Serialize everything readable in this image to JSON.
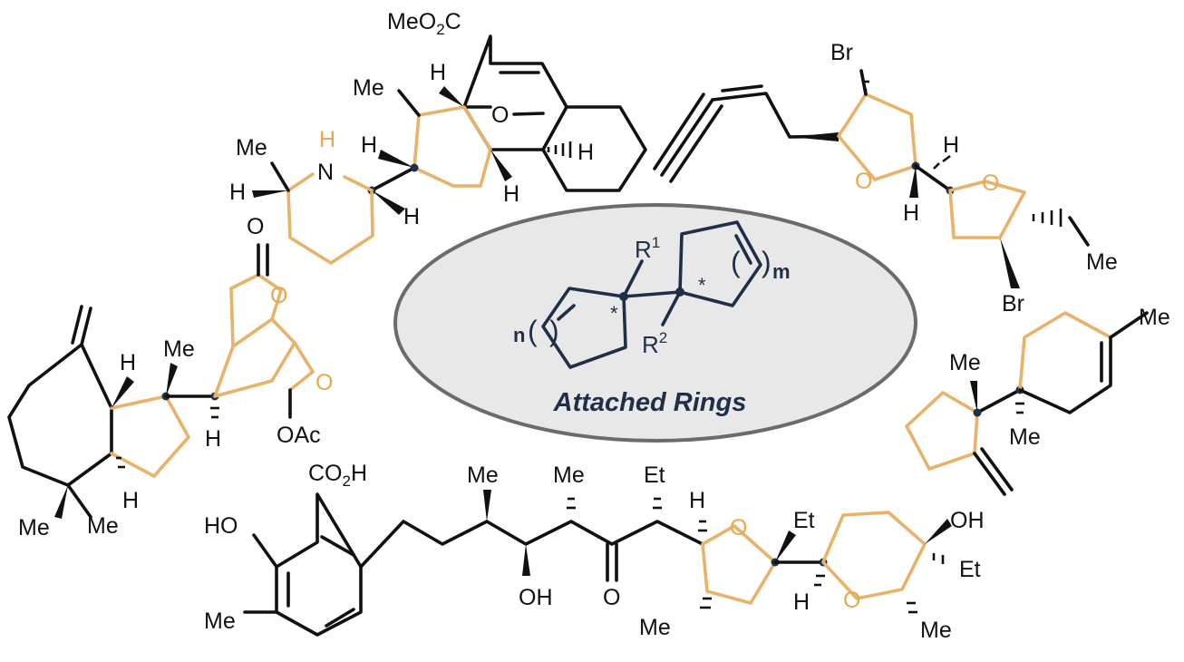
{
  "colors": {
    "bond": "#111111",
    "ring_highlight": "#e8b269",
    "navy": "#1f2f47",
    "oval_fill": "#e8e8e8",
    "oval_stroke": "#6b6b6b",
    "heteroatom_highlight": "#e8a94e"
  },
  "center": {
    "caption": "Attached Rings",
    "r1": "R",
    "r1_sup": "1",
    "r2": "R",
    "r2_sup": "2",
    "index_n": "n",
    "index_m": "m",
    "paren_open": "(",
    "paren_close": ")",
    "star": "*"
  },
  "atoms": {
    "meo2c_a": "MeO",
    "meo2c_sub": "2",
    "meo2c_b": "C",
    "h": "H",
    "me": "Me",
    "o": "O",
    "n": "N",
    "br": "Br",
    "et": "Et",
    "oh": "OH",
    "ho": "HO",
    "oac": "OAc",
    "co2h_a": "CO",
    "co2h_sub": "2",
    "co2h_b": "H"
  }
}
